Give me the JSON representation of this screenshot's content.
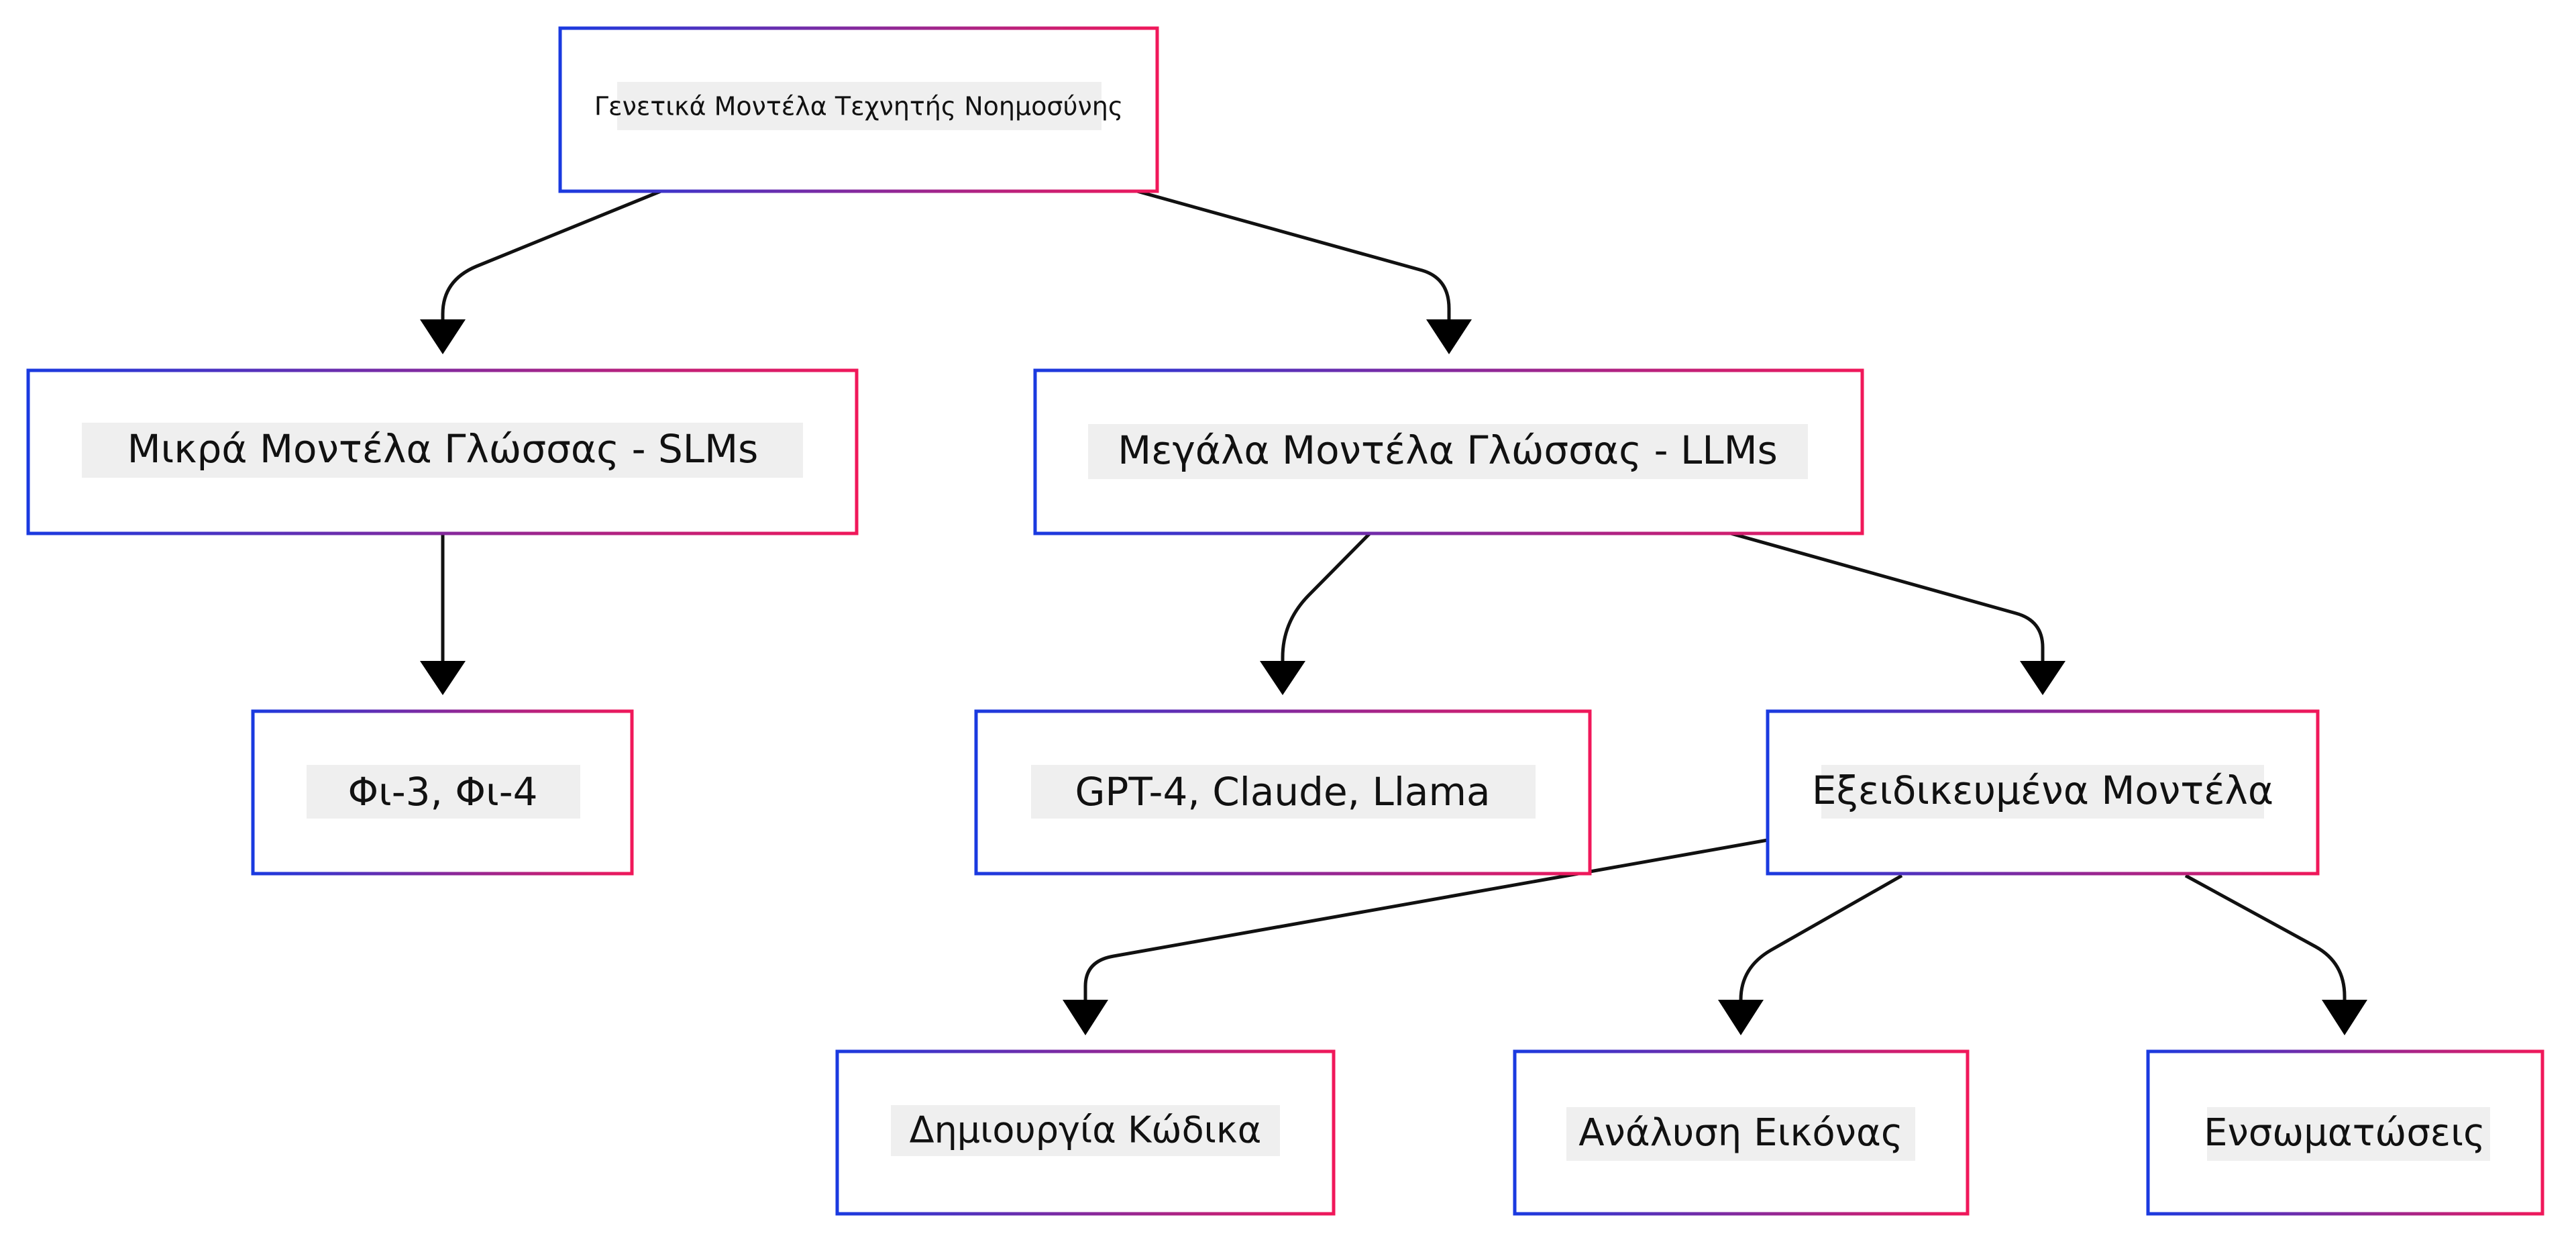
{
  "nodes": {
    "root": {
      "label": "Γενετικά Μοντέλα Τεχνητής Νοημοσύνης"
    },
    "slm": {
      "label": "Μικρά Μοντέλα Γλώσσας - SLMs"
    },
    "llm": {
      "label": "Μεγάλα Μοντέλα Γλώσσας - LLMs"
    },
    "phi": {
      "label": "Φι-3, Φι-4"
    },
    "gpt": {
      "label": "GPT-4, Claude, Llama"
    },
    "specialized": {
      "label": "Εξειδικευμένα Μοντέλα"
    },
    "code": {
      "label": "Δημιουργία Κώδικα"
    },
    "image": {
      "label": "Ανάλυση Εικόνας"
    },
    "embeddings": {
      "label": "Ενσωματώσεις"
    }
  },
  "edges": [
    {
      "from": "root",
      "to": "slm"
    },
    {
      "from": "root",
      "to": "llm"
    },
    {
      "from": "slm",
      "to": "phi"
    },
    {
      "from": "llm",
      "to": "gpt"
    },
    {
      "from": "llm",
      "to": "specialized"
    },
    {
      "from": "specialized",
      "to": "code"
    },
    {
      "from": "specialized",
      "to": "image"
    },
    {
      "from": "specialized",
      "to": "embeddings"
    }
  ],
  "colors": {
    "border_start": "#1a3ae0",
    "border_end": "#f0185a",
    "label_background": "#efefef",
    "edge": "#111111",
    "arrow": "#000000",
    "background": "#ffffff"
  }
}
